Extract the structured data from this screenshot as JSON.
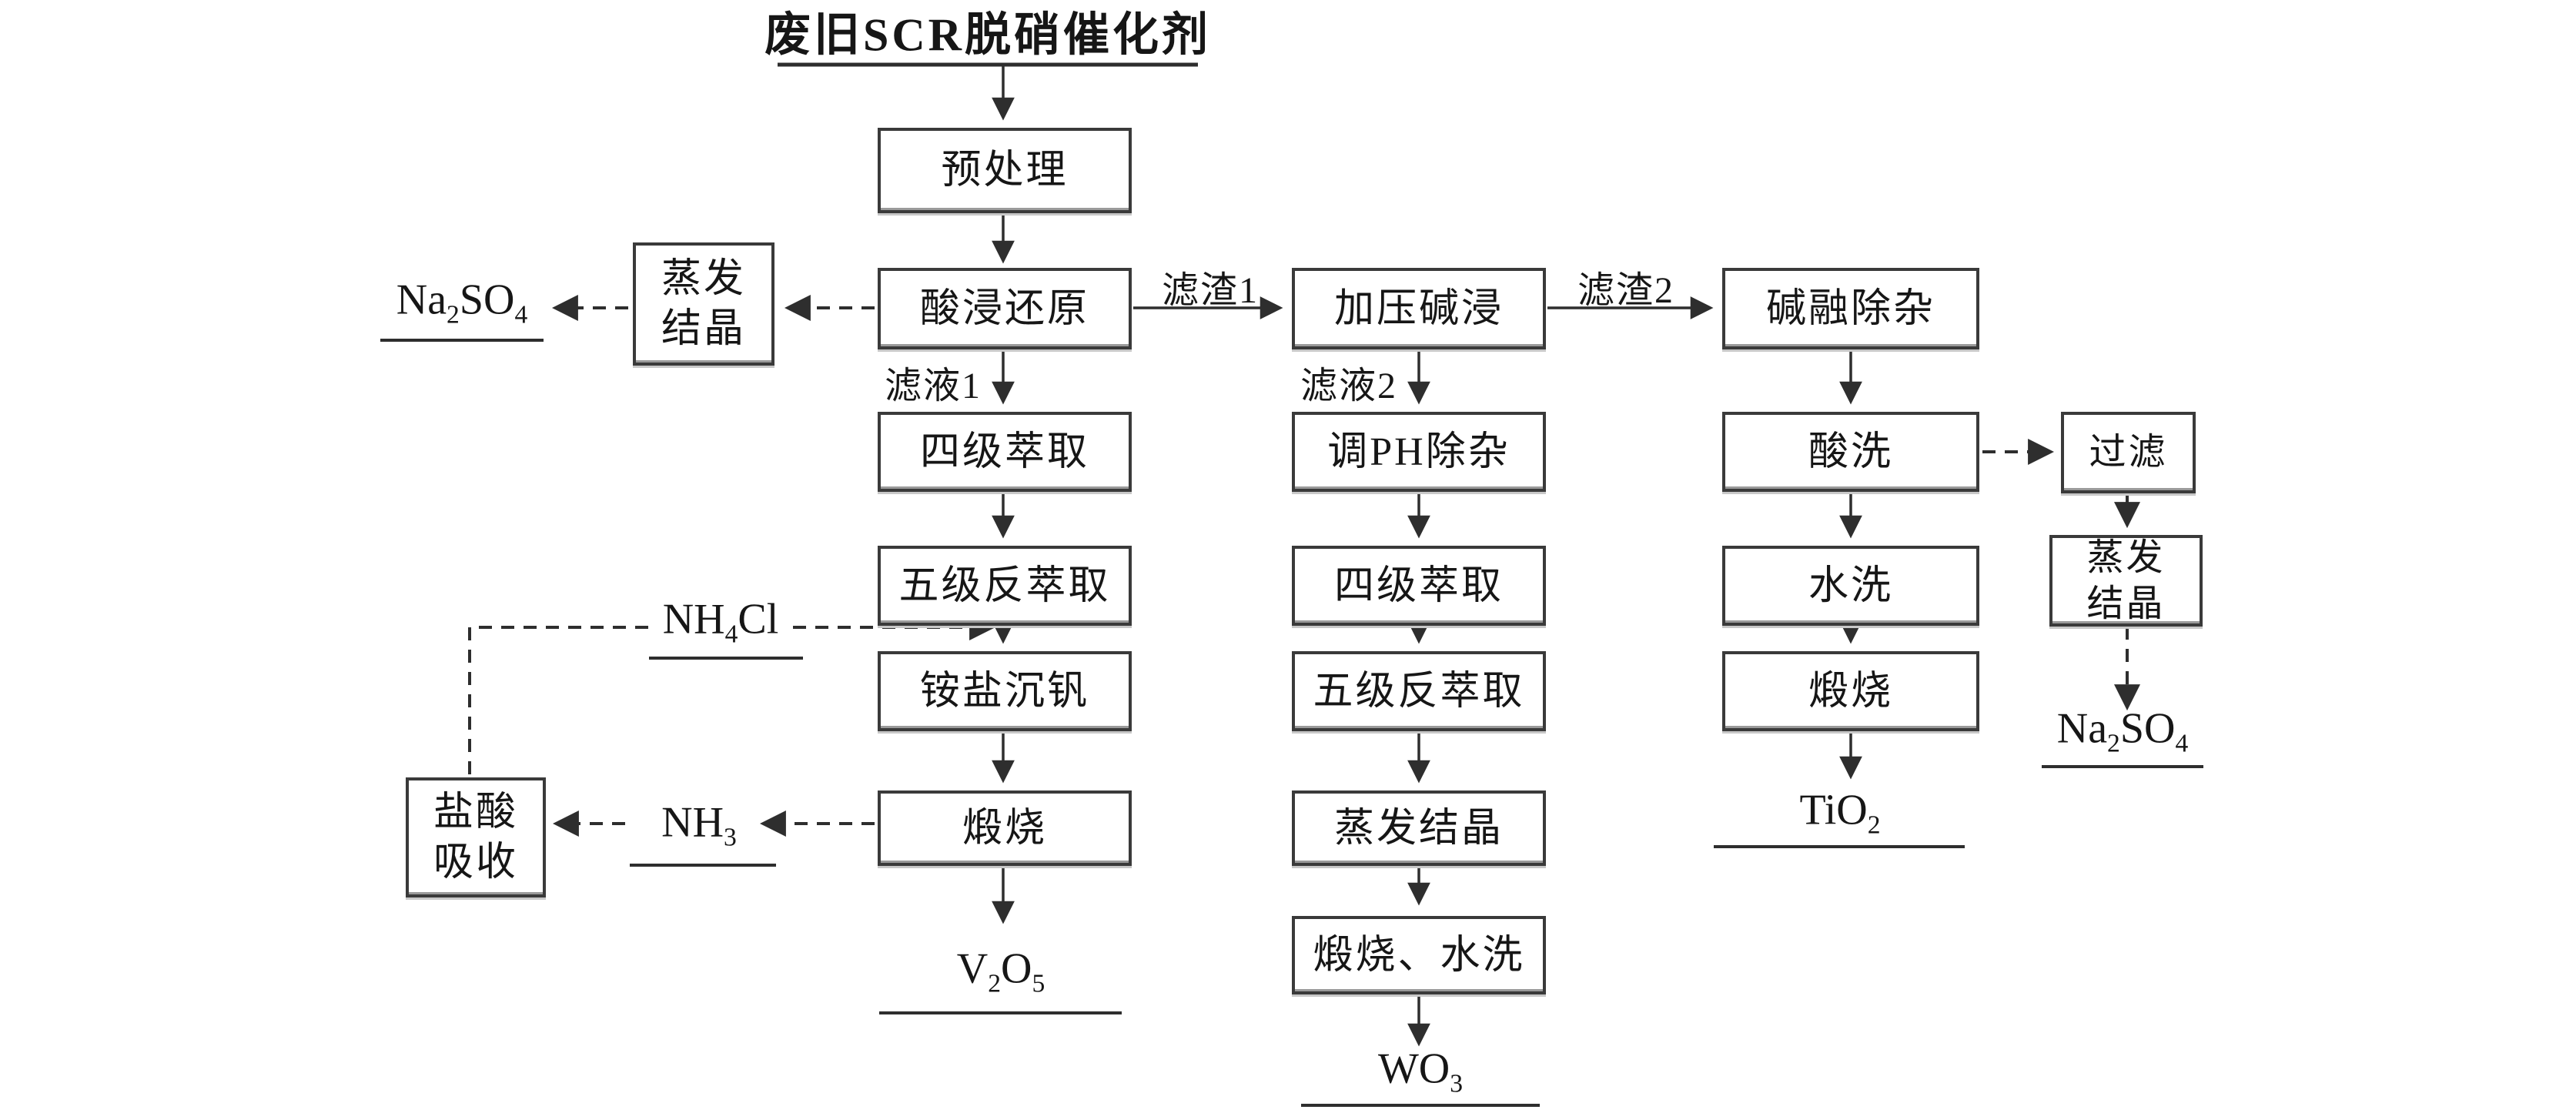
{
  "colors": {
    "line": "#2e2e2e",
    "box_border": "#3a3a3a",
    "text": "#161616",
    "background": "#ffffff"
  },
  "flowchart": {
    "title": "废旧SCR脱硝催化剂",
    "boxes": {
      "pretreatment": "预处理",
      "acid_leach_reduction": "酸浸还原",
      "evaporation_crystallization_left": "蒸发\n结晶",
      "four_stage_extraction_v": "四级萃取",
      "five_stage_back_extraction_v": "五级反萃取",
      "ammonium_salt_v_precipitation": "铵盐沉钒",
      "calcination_v": "煅烧",
      "hcl_absorption": "盐酸\n吸收",
      "pressure_alkaline_leaching": "加压碱浸",
      "ph_adjust_impurity_removal": "调PH除杂",
      "four_stage_extraction_w": "四级萃取",
      "five_stage_back_extraction_w": "五级反萃取",
      "evaporation_crystallization_w": "蒸发结晶",
      "calcination_water_wash": "煅烧、水洗",
      "alkali_fusion_impurity_removal": "碱融除杂",
      "acid_wash": "酸洗",
      "water_wash": "水洗",
      "calcination_ti": "煅烧",
      "filtration": "过滤",
      "evaporation_crystallization_right": "蒸发\n结晶"
    },
    "stream_labels": {
      "residue1": "滤渣1",
      "residue2": "滤渣2",
      "filtrate1": "滤液1",
      "filtrate2": "滤液2"
    },
    "chemicals": {
      "sodium_sulfate_left": "Na2SO4",
      "ammonium_chloride": "NH4Cl",
      "ammonia": "NH3",
      "vanadium_pentoxide": "V2O5",
      "tungsten_trioxide": "WO3",
      "titanium_dioxide": "TiO2",
      "sodium_sulfate_right": "Na2SO4"
    }
  }
}
